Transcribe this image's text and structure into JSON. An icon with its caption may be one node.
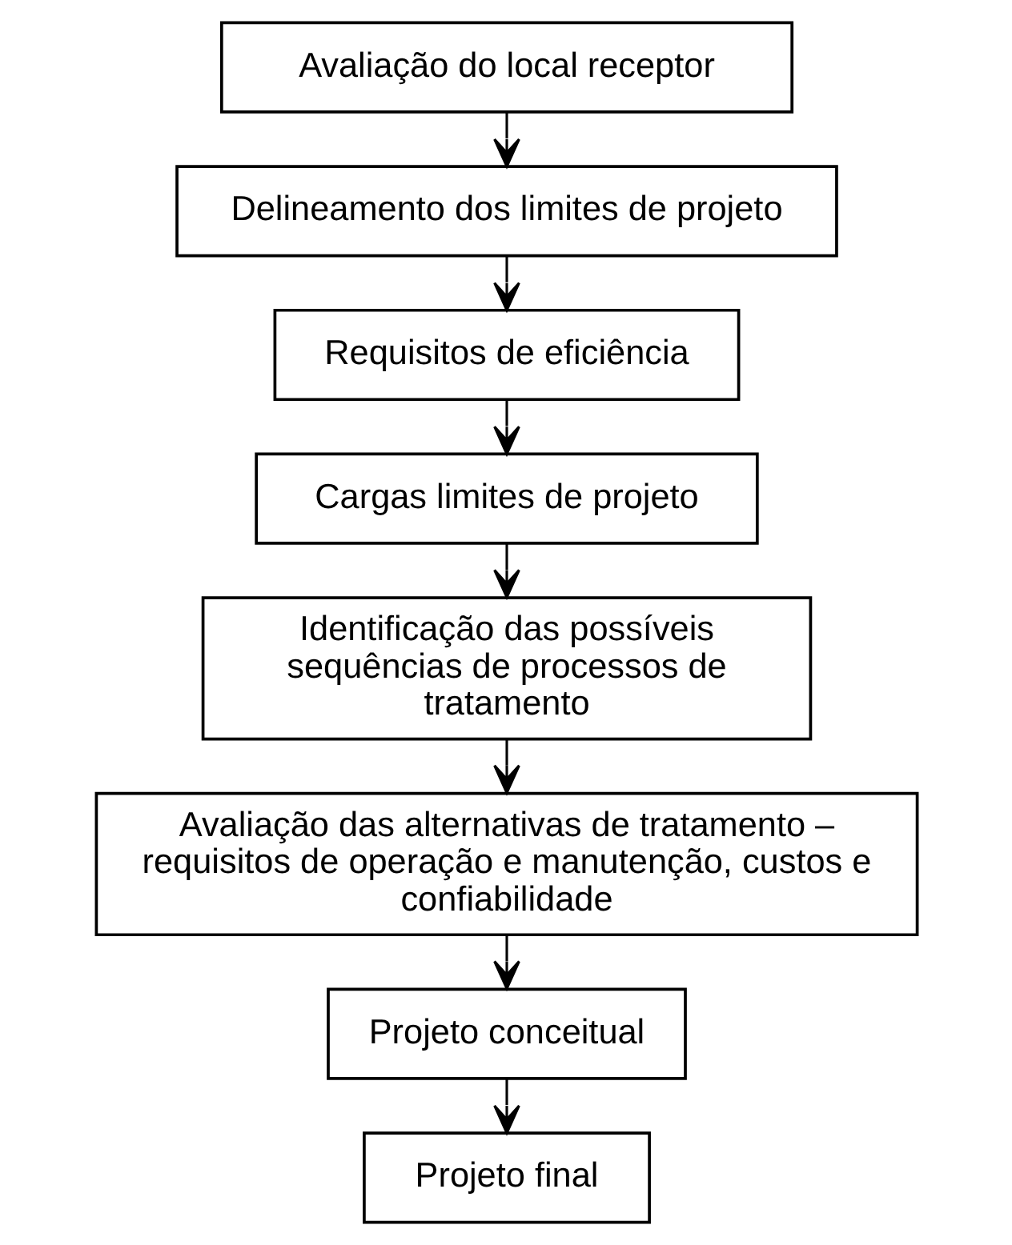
{
  "diagram": {
    "nodes": [
      {
        "text": [
          "Avaliação do local receptor"
        ]
      },
      {
        "text": [
          "Delineamento dos limites de projeto"
        ]
      },
      {
        "text": [
          "Requisitos de eficiência"
        ]
      },
      {
        "text": [
          "Cargas limites de projeto"
        ]
      },
      {
        "text": [
          "Identificação das possíveis sequências de processos de tratamento"
        ]
      },
      {
        "text": [
          "Avaliação das alternativas de tratamento – requisitos de operação e manutenção, custos e confiabilidade"
        ]
      },
      {
        "text": [
          "Projeto conceitual"
        ]
      },
      {
        "text": [
          "Projeto final"
        ]
      }
    ],
    "edges": [
      {
        "from": 0,
        "to": 1,
        "arrow": "to"
      },
      {
        "from": 1,
        "to": 2,
        "arrow": "to"
      },
      {
        "from": 2,
        "to": 3,
        "arrow": "to"
      },
      {
        "from": 3,
        "to": 4,
        "arrow": "to"
      },
      {
        "from": 4,
        "to": 5,
        "arrow": "to"
      },
      {
        "from": 5,
        "to": 6,
        "arrow": "to"
      },
      {
        "from": 6,
        "to": 7,
        "arrow": "to"
      }
    ]
  }
}
